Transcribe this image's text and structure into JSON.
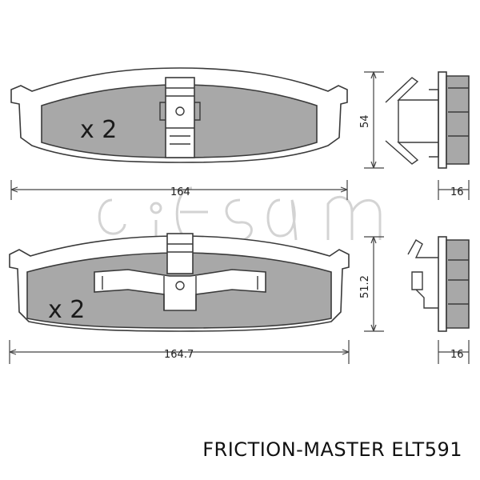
{
  "pad_top": {
    "quantity": "x 2",
    "width_label": "164",
    "height_label": "54",
    "thickness_label": "16"
  },
  "pad_bottom": {
    "quantity": "x 2",
    "width_label": "164.7",
    "height_label": "51.2",
    "thickness_label": "16"
  },
  "footer": {
    "title": "FRICTION-MASTER ELT591"
  },
  "watermark": {
    "brand": "cifam"
  },
  "colors": {
    "friction_material": "#a8a8a8",
    "outline": "#3a3a3a",
    "watermark": "#cfcfcf"
  }
}
